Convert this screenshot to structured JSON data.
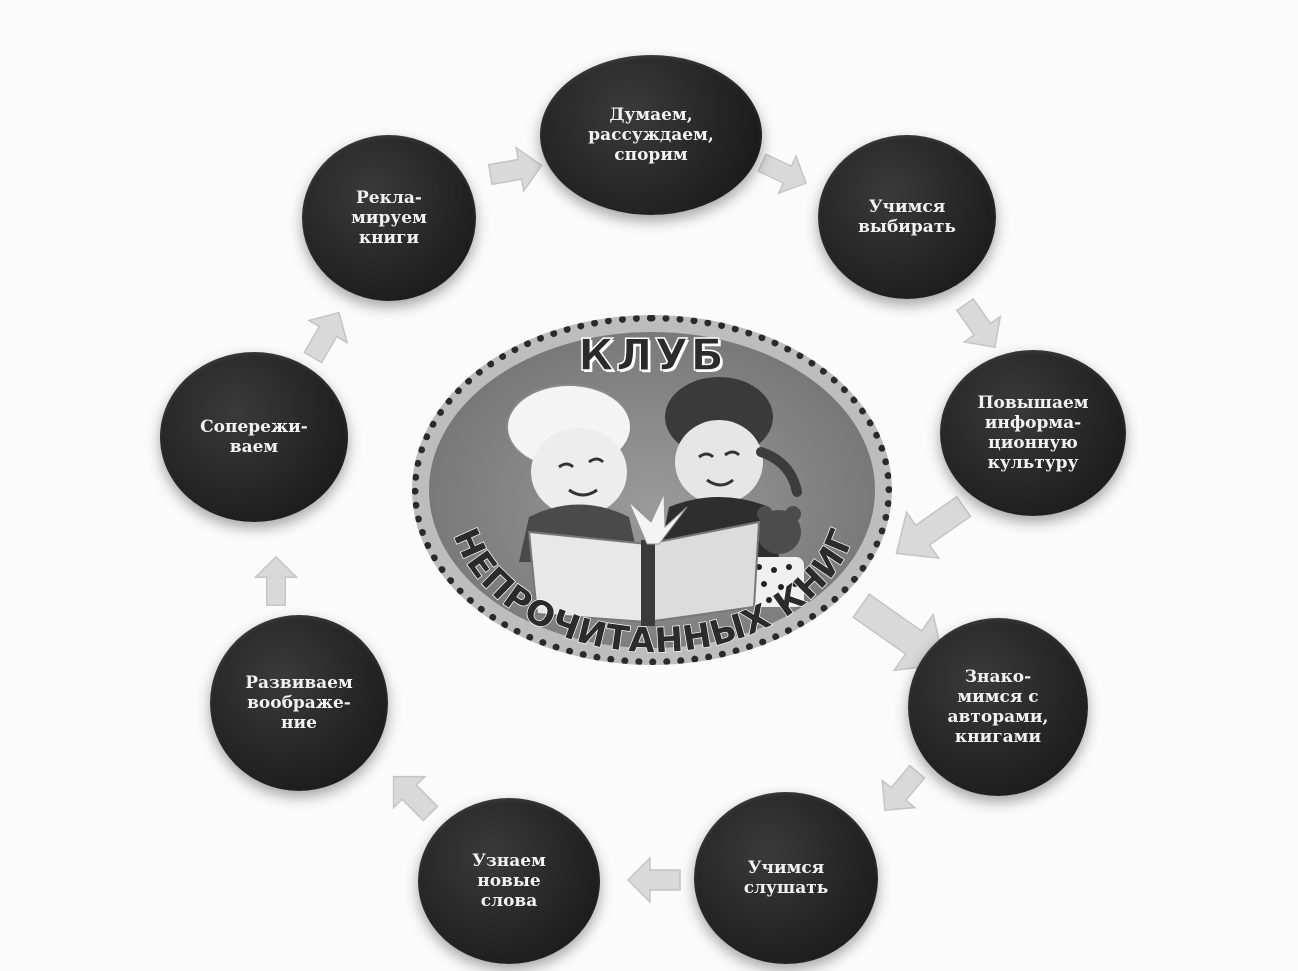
{
  "center": {
    "title_top": "КЛУБ",
    "title_bottom": "НЕПРОЧИТАННЫХ КНИГ",
    "illustration": "children-reading-book-illustration"
  },
  "nodes": [
    {
      "id": "think",
      "label": "Думаем,\nрассуждаем,\nспорим"
    },
    {
      "id": "choose",
      "label": "Учимся\nвыбирать"
    },
    {
      "id": "info",
      "label": "Повышаем\nинформа-\nционную\nкультуру"
    },
    {
      "id": "authors",
      "label": "Знако-\nмимся с\nавторами,\nкнигами"
    },
    {
      "id": "listen",
      "label": "Учимся\nслушать"
    },
    {
      "id": "words",
      "label": "Узнаем\nновые\nслова"
    },
    {
      "id": "imagine",
      "label": "Развиваем\nвоображе-\nние"
    },
    {
      "id": "empathy",
      "label": "Сопережи-\nваем"
    },
    {
      "id": "advertise",
      "label": "Рекла-\nмируем\nкниги"
    }
  ],
  "colors": {
    "node_fill": "#1e1e1e",
    "node_text": "#f2f2f2",
    "arrow_fill": "#d9d9d9",
    "center_border": "#2a2a2a"
  }
}
